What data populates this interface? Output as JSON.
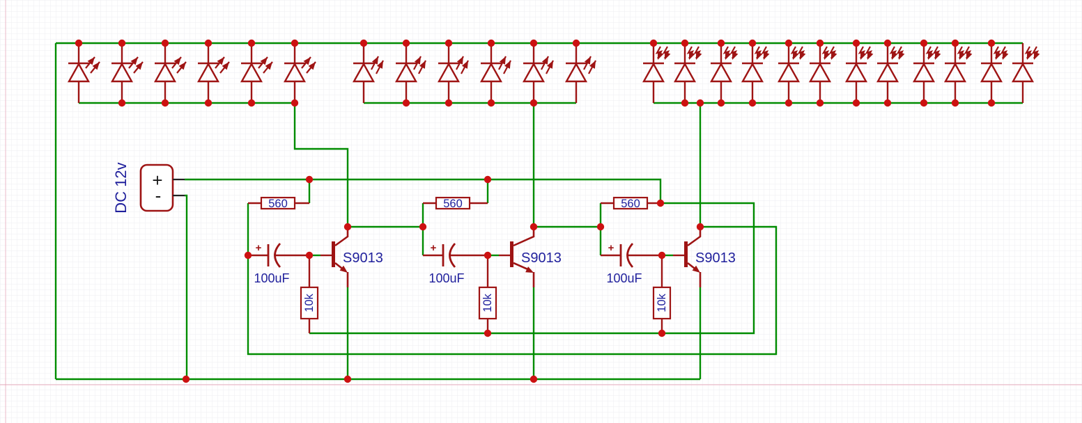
{
  "schematic": {
    "title_hint": "3-stage transistor LED flasher schematic",
    "power_source": {
      "label": "DC 12v",
      "plus_terminal": "+",
      "minus_terminal": "-"
    },
    "stages": [
      {
        "load_resistor": "560",
        "capacitor_value": "100uF",
        "capacitor_polarity": "+",
        "base_resistor": "10k",
        "transistor": "S9013"
      },
      {
        "load_resistor": "560",
        "capacitor_value": "100uF",
        "capacitor_polarity": "+",
        "base_resistor": "10k",
        "transistor": "S9013"
      },
      {
        "load_resistor": "560",
        "capacitor_value": "100uF",
        "capacitor_polarity": "+",
        "base_resistor": "10k",
        "transistor": "S9013"
      }
    ],
    "led_groups": [
      {
        "count": 6,
        "arrow_style": "straight",
        "name": "led-bank-1"
      },
      {
        "count": 6,
        "arrow_style": "straight",
        "name": "led-bank-2"
      },
      {
        "count": 12,
        "arrow_style": "flash",
        "name": "led-bank-3"
      }
    ],
    "colors": {
      "wire": "#008c00",
      "component": "#9e1414",
      "junction": "#cc1111",
      "label": "#20209c",
      "dc_text": "#1a1a1a",
      "grid": "#ededf2",
      "page_guide": "#e79cb0",
      "background": "#ffffff"
    }
  }
}
